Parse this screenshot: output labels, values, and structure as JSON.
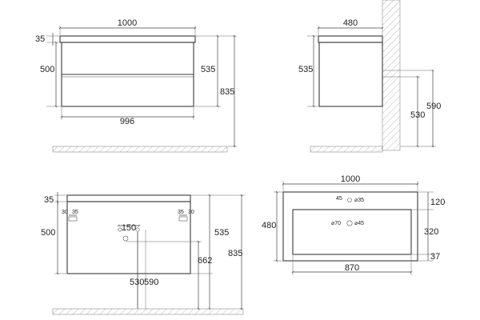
{
  "views": {
    "front": {
      "top_width": "1000",
      "top_thickness": "35",
      "height_left": "500",
      "height_right": "535",
      "total_height": "835",
      "bottom_width": "996"
    },
    "side": {
      "depth": "480",
      "height": "535",
      "mount_height_upper": "590",
      "mount_height_lower": "530"
    },
    "back": {
      "top_thickness": "35",
      "height_left": "500",
      "left_offset_a": "30",
      "left_offset_b": "35",
      "right_offset_a": "35",
      "right_offset_b": "30",
      "spacing": "150",
      "height_right": "535",
      "total_height": "835",
      "pipe_height": "662",
      "pipe_height_a": "530",
      "pipe_height_b": "590"
    },
    "plan": {
      "width": "1000",
      "depth": "480",
      "tap_offset": "45",
      "tap_hole": "⌀35",
      "basin_depth_top": "120",
      "drain_hole": "⌀70",
      "overflow_hole": "⌀45",
      "basin_depth": "320",
      "basin_width": "870",
      "basin_front": "37"
    }
  }
}
